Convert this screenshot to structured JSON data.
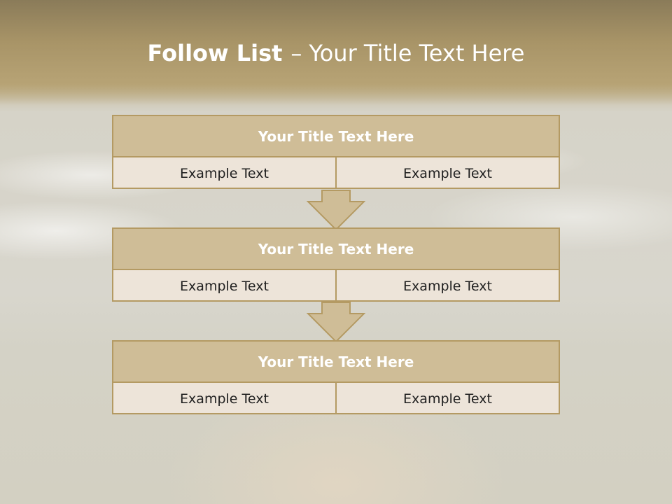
{
  "slide": {
    "title_bold": "Follow List",
    "title_sep": "–",
    "title_rest": "Your Title Text Here"
  },
  "blocks": [
    {
      "title": "Your Title Text Here",
      "cells": [
        "Example Text",
        "Example Text"
      ]
    },
    {
      "title": "Your Title Text Here",
      "cells": [
        "Example Text",
        "Example Text"
      ]
    },
    {
      "title": "Your Title Text Here",
      "cells": [
        "Example Text",
        "Example Text"
      ]
    }
  ],
  "colors": {
    "accent_border": "#b49a63",
    "title_fill": "#cfbd97",
    "cell_fill": "#ede4d9",
    "arrow_fill": "#cfbd97"
  },
  "icons": [
    "down-arrow-icon"
  ]
}
